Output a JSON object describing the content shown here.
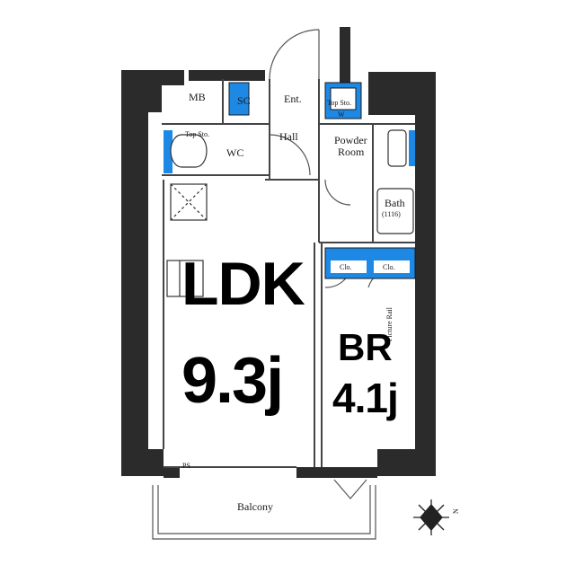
{
  "rooms": {
    "mb": "MB",
    "sc": "SC",
    "ent": "Ent.",
    "top_sto_ent": "Top Sto.",
    "top_sto_wc": "Top Sto.",
    "wc": "WC",
    "hall": "Hall",
    "powder_room_line1": "Powder",
    "powder_room_line2": "Room",
    "bath": "Bath",
    "bath_size": "(1116)",
    "clo_1": "Clo.",
    "clo_2": "Clo.",
    "picture_rail": "Picture Rail",
    "ps": "PS",
    "balcony": "Balcony",
    "w": "W"
  },
  "big_labels": {
    "ldk": "LDK",
    "ldk_size": "9.3j",
    "br": "BR",
    "br_size": "4.1j"
  },
  "compass": {
    "north": "N"
  },
  "colors": {
    "wall": "#2b2b2b",
    "storage": "#1e88e5",
    "line": "#444444"
  }
}
